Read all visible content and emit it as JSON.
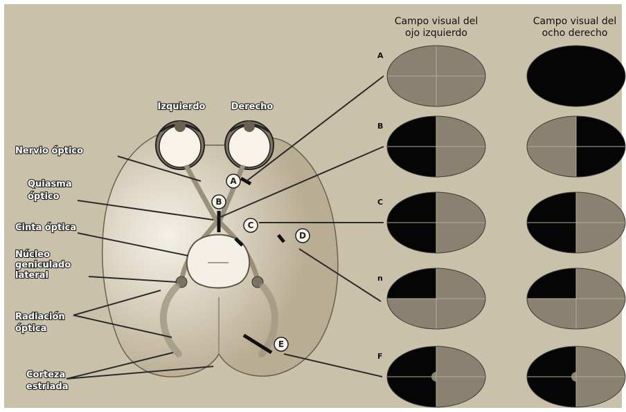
{
  "colors": {
    "background": "#c9c1a9",
    "brain": "#b9ad93",
    "brain_light": "#f4f0e8",
    "field_visible": "#8a8270",
    "field_blind": "#050505",
    "leader": "#2a2a2a"
  },
  "headers": {
    "left_eye": [
      "Campo visual del",
      "ojo izquierdo"
    ],
    "right_eye": [
      "Campo visual del",
      "ocho derecho"
    ]
  },
  "side_labels": {
    "left": "Izquierdo",
    "right": "Derecho"
  },
  "structure_labels": {
    "optic_nerve": [
      "Nervio óptico"
    ],
    "chiasm": [
      "Quiasma",
      "óptico"
    ],
    "optic_tract": [
      "Cinta óptica"
    ],
    "lgn": [
      "Núcleo",
      "geniculado",
      "lateral"
    ],
    "optic_radiation": [
      "Radiación",
      "óptica"
    ],
    "striate_cortex": [
      "Corteza",
      "estriada"
    ]
  },
  "lesion_markers": [
    "A",
    "B",
    "C",
    "D",
    "E"
  ],
  "field_rows": [
    {
      "letter": "A",
      "left_eye": "full-visible",
      "right_eye": "full-blind"
    },
    {
      "letter": "B",
      "left_eye": "left-half-blind",
      "right_eye": "right-half-blind"
    },
    {
      "letter": "C",
      "left_eye": "left-half-blind",
      "right_eye": "left-half-blind"
    },
    {
      "letter": "n",
      "left_eye": "upper-left-quadrant-blind",
      "right_eye": "upper-left-quadrant-blind"
    },
    {
      "letter": "F",
      "left_eye": "left-half-blind-macular-sparing",
      "right_eye": "left-half-blind-macular-sparing"
    }
  ]
}
